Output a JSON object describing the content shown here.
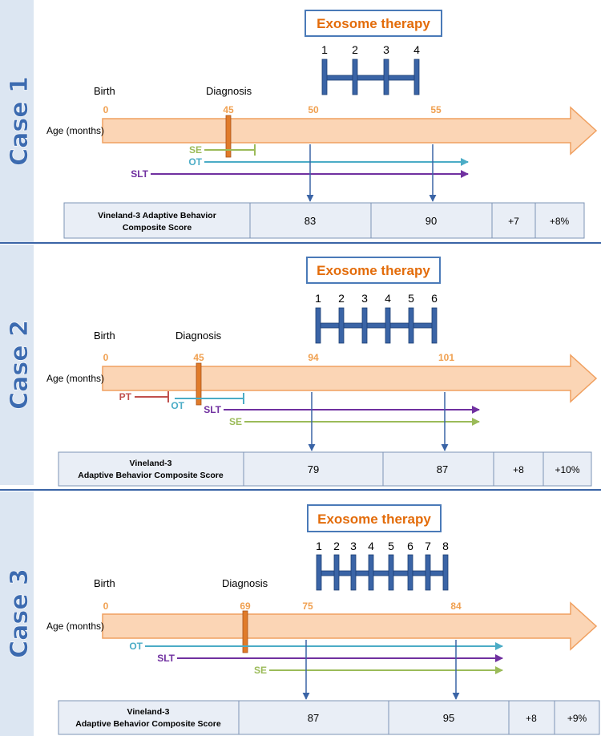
{
  "common": {
    "therapy_title": "Exosome therapy",
    "birth_label": "Birth",
    "diagnosis_label": "Diagnosis",
    "age_axis_label": "Age (months)"
  },
  "colors": {
    "panel_left_band": "#dce6f2",
    "case_label": "#3c6bb0",
    "timeline_fill": "#fbd5b5",
    "timeline_stroke": "#f0a060",
    "ladder": "#3a64a6",
    "title_box_border": "#4a7ab8",
    "title_text": "#e36c0a",
    "age_tick": "#f0a050",
    "diagnosis_bar": "#e07b2a",
    "score_arrow": "#3a64a6",
    "table_fill": "#e9eef6",
    "table_border": "#7d94b5",
    "SE": "#9bbb59",
    "OT": "#4bacc6",
    "SLT": "#7030a0",
    "PT": "#c0504d"
  },
  "cases": [
    {
      "label": "Case 1",
      "sessions": [
        "1",
        "2",
        "3",
        "4"
      ],
      "ages": [
        "0",
        "45",
        "50",
        "55"
      ],
      "therapies": [
        {
          "name": "SE",
          "bar": true
        },
        {
          "name": "OT",
          "bar": false
        },
        {
          "name": "SLT",
          "bar": false
        }
      ],
      "table": {
        "label": [
          "Vineland-3 Adaptive Behavior",
          "Composite Score"
        ],
        "before": "83",
        "after": "90",
        "change": "+7",
        "percent": "+8%"
      }
    },
    {
      "label": "Case 2",
      "sessions": [
        "1",
        "2",
        "3",
        "4",
        "5",
        "6"
      ],
      "ages": [
        "0",
        "45",
        "94",
        "101"
      ],
      "therapies": [
        {
          "name": "PT",
          "bar": true
        },
        {
          "name": "OT",
          "bar": true
        },
        {
          "name": "SLT",
          "bar": false
        },
        {
          "name": "SE",
          "bar": false
        }
      ],
      "table": {
        "label": [
          "Vineland-3",
          "Adaptive Behavior Composite Score"
        ],
        "before": "79",
        "after": "87",
        "change": "+8",
        "percent": "+10%"
      }
    },
    {
      "label": "Case 3",
      "sessions": [
        "1",
        "2",
        "3",
        "4",
        "5",
        "6",
        "7",
        "8"
      ],
      "ages": [
        "0",
        "69",
        "75",
        "84"
      ],
      "therapies": [
        {
          "name": "OT",
          "bar": false
        },
        {
          "name": "SLT",
          "bar": false
        },
        {
          "name": "SE",
          "bar": false
        }
      ],
      "table": {
        "label": [
          "Vineland-3",
          "Adaptive Behavior Composite Score"
        ],
        "before": "87",
        "after": "95",
        "change": "+8",
        "percent": "+9%"
      }
    }
  ]
}
